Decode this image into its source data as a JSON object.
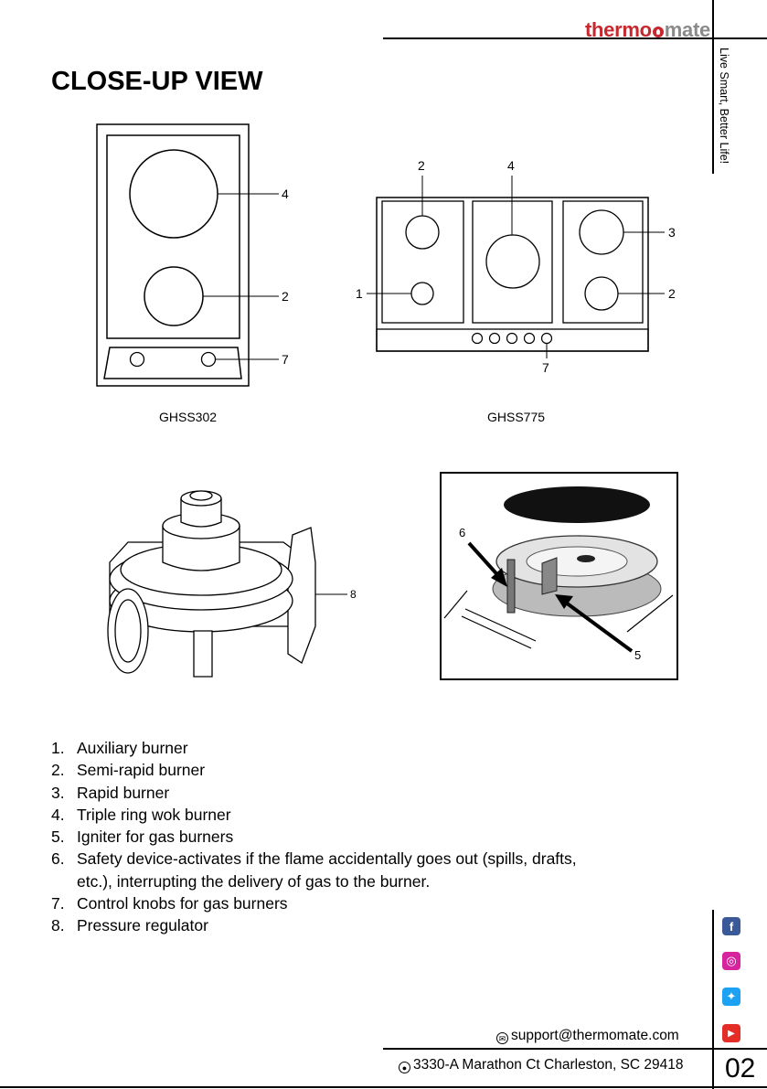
{
  "brand": {
    "part1": "thermo",
    "part2": "mate",
    "slogan": "Live Smart, Better Life!",
    "color_red": "#c8272d",
    "color_gray": "#8a8a8a"
  },
  "title": "CLOSE-UP VIEW",
  "diagram_left": {
    "caption": "GHSS302",
    "callouts": [
      "4",
      "2",
      "7"
    ]
  },
  "diagram_right": {
    "caption": "GHSS775",
    "callouts": [
      "2",
      "4",
      "3",
      "1",
      "2",
      "7"
    ]
  },
  "regulator": {
    "callout": "8"
  },
  "burner_photo": {
    "callouts": [
      "6",
      "5"
    ]
  },
  "legend": [
    {
      "num": "1.",
      "text": "Auxiliary burner"
    },
    {
      "num": "2.",
      "text": "Semi-rapid burner"
    },
    {
      "num": "3.",
      "text": "Rapid burner"
    },
    {
      "num": "4.",
      "text": "Triple ring wok burner"
    },
    {
      "num": "5.",
      "text": "Igniter for gas burners"
    },
    {
      "num": "6.",
      "text": "Safety device-activates if the flame accidentally goes out (spills, drafts,",
      "cont": "etc.), interrupting the delivery of gas to the burner."
    },
    {
      "num": "7.",
      "text": "Control knobs for gas burners"
    },
    {
      "num": "8.",
      "text": "Pressure regulator"
    }
  ],
  "social": [
    {
      "name": "facebook-icon",
      "glyph": "f",
      "color": "#3b5998"
    },
    {
      "name": "instagram-icon",
      "glyph": "◎",
      "color": "#d6249f"
    },
    {
      "name": "twitter-icon",
      "glyph": "✦",
      "color": "#1da1f2"
    },
    {
      "name": "youtube-icon",
      "glyph": "▶",
      "color": "#e52d27"
    }
  ],
  "footer": {
    "email": "support@thermomate.com",
    "address": "3330-A Marathon Ct Charleston, SC 29418",
    "page": "02"
  }
}
